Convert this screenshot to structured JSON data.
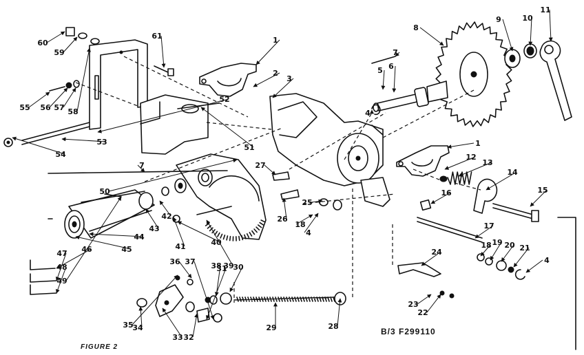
{
  "figure_caption": "FIGURE 2",
  "reference_number": "B/3 F299110",
  "callouts": [
    "1",
    "2",
    "3",
    "4",
    "5",
    "6",
    "7",
    "8",
    "9",
    "10",
    "11",
    "12",
    "13",
    "14",
    "15",
    "16",
    "17",
    "18",
    "19",
    "20",
    "21",
    "22",
    "23",
    "24",
    "25",
    "26",
    "27",
    "28",
    "29",
    "30",
    "31",
    "32",
    "33",
    "34",
    "35",
    "36",
    "37",
    "38",
    "39",
    "40",
    "41",
    "42",
    "43",
    "44",
    "45",
    "46",
    "47",
    "48",
    "49",
    "50",
    "51",
    "52",
    "53",
    "54",
    "55",
    "56",
    "57",
    "58",
    "59",
    "60",
    "61"
  ]
}
